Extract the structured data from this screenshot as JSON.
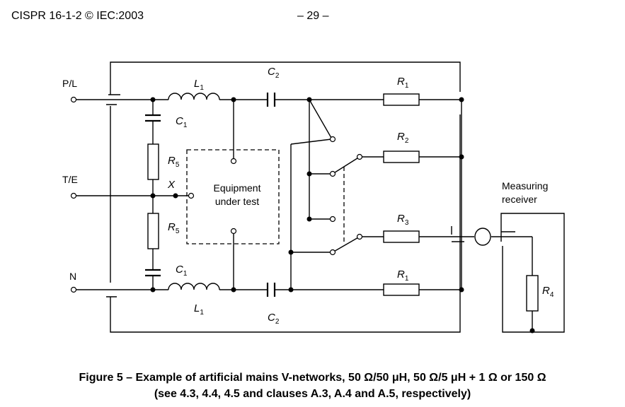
{
  "header": {
    "standard": "CISPR 16-1-2 © IEC:2003",
    "page": "– 29 –"
  },
  "terminals": {
    "pl": "P/L",
    "te": "T/E",
    "n": "N"
  },
  "components": {
    "L1": [
      "L",
      "1"
    ],
    "C1": [
      "C",
      "1"
    ],
    "C2": [
      "C",
      "2"
    ],
    "R1": [
      "R",
      "1"
    ],
    "R2": [
      "R",
      "2"
    ],
    "R3": [
      "R",
      "3"
    ],
    "R4": [
      "R",
      "4"
    ],
    "R5": [
      "R",
      "5"
    ]
  },
  "point_x": "X",
  "eut": {
    "line1": "Equipment",
    "line2": "under test"
  },
  "receiver": {
    "line1": "Measuring",
    "line2": "receiver"
  },
  "caption": {
    "line1": "Figure 5 – Example of artificial mains V-networks, 50 Ω/50 μH, 50 Ω/5 μH + 1 Ω or 150 Ω",
    "line2": "(see 4.3, 4.4, 4.5 and clauses A.3, A.4 and A.5, respectively)"
  }
}
